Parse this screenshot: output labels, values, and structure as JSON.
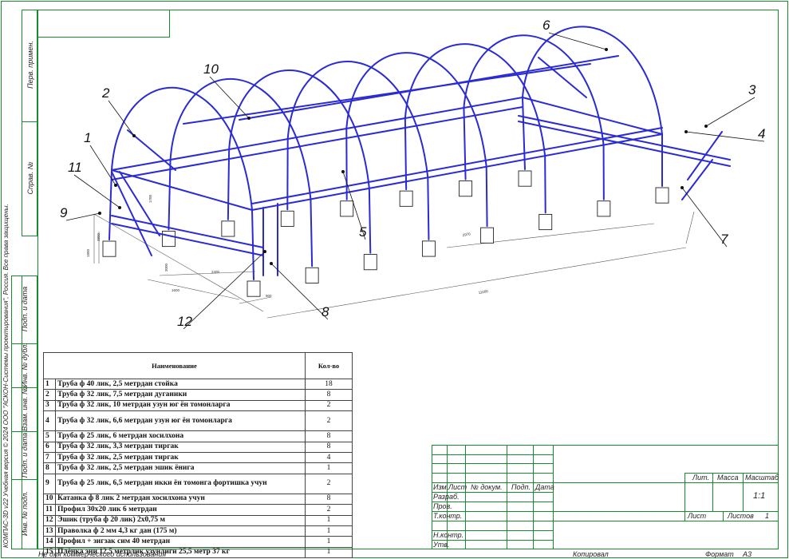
{
  "callouts": [
    "1",
    "2",
    "3",
    "4",
    "5",
    "6",
    "7",
    "8",
    "9",
    "10",
    "11",
    "12"
  ],
  "dimensions": [
    "3800",
    "3000",
    "1800",
    "2400",
    "11000",
    "1600",
    "1700",
    "2970",
    "900"
  ],
  "side_labels": {
    "perv_primen": "Перв. примен.",
    "sprav_no": "Справ. №",
    "podp_data_1": "Подп. и дата",
    "inv_dubl": "Инв. № дубл.",
    "vzam_inv": "Взам. инв. №",
    "podp_data_2": "Подп. и дата",
    "inv_podl": "Инв. № подл."
  },
  "copyright": "КОМПАС-3D v22 Учебная версия © 2024 ООО \"АСКОН-Системы проектирования\", Россия. Все права защищены.",
  "bom": {
    "header_name": "Наименование",
    "header_qty": "Кол-во",
    "rows": [
      {
        "n": "1",
        "name": "Труба ф 40 лик, 2,5 метрдан  стойка",
        "qty": "18"
      },
      {
        "n": "2",
        "name": "Труба ф 32 лик, 7,5 метрдан дуганики",
        "qty": "8"
      },
      {
        "n": "3",
        "name": "Труба ф 32 лик, 10 метрдан узун юг ён томонларга",
        "qty": "2"
      },
      {
        "n": "4",
        "name": "Труба ф 32 лик, 6,6 метрдан узун юг ён томонларга",
        "qty": "2"
      },
      {
        "n": "5",
        "name": "Труба ф 25 лик, 6 метрдан хосилхона",
        "qty": "8"
      },
      {
        "n": "6",
        "name": "Труба ф 32 лик, 3,3 метрдан тиргак",
        "qty": "8"
      },
      {
        "n": "7",
        "name": "Труба ф 32 лик, 2,5 метрдан тиргак",
        "qty": "4"
      },
      {
        "n": "8",
        "name": "Труба ф 32 лик, 2,5 метрдан эшик ёнига",
        "qty": "1"
      },
      {
        "n": "9",
        "name": "Труба ф 25 лик, 6,5 метрдан икки ён томонга фортишка учун",
        "qty": "2"
      },
      {
        "n": "10",
        "name": "Катанка ф 8 лик 2 метрдан хосилхона учун",
        "qty": "8"
      },
      {
        "n": "11",
        "name": "Профил 30х20 лик 6 метрдан",
        "qty": "2"
      },
      {
        "n": "12",
        "name": "Эшик (труба ф 20 лик) 2х0,75 м",
        "qty": "1"
      },
      {
        "n": "13",
        "name": "Праволка ф 2 мм 4,3 кг дан (175 м)",
        "qty": "1"
      },
      {
        "n": "14",
        "name": "Профил + зигзак сим 40 метрдан",
        "qty": "1"
      },
      {
        "n": "15",
        "name": "Плёнка эни 12,5 метрлик узунлиги 25,5 метр 37 кг",
        "qty": "1"
      }
    ]
  },
  "title_block": {
    "izm": "Изм.",
    "list": "Лист",
    "docnum": "№ докум.",
    "podp": "Подп.",
    "data": "Дата",
    "razrab": "Разраб.",
    "prov": "Пров.",
    "tkontr": "Т.контр.",
    "nkontr": "Н.контр.",
    "utv": "Утв.",
    "lit": "Лит.",
    "massa": "Масса",
    "masshtab": "Масштаб",
    "scale_value": "1:1",
    "sheet": "Лист",
    "sheets": "Листов",
    "sheets_value": "1"
  },
  "bottom": {
    "noncommercial": "Не для коммерческого использования",
    "copied": "Копировал",
    "format_label": "Формат",
    "format_value": "А3"
  },
  "colors": {
    "frame": "#1a8a2e",
    "structure": "#2b2bd6",
    "ink": "#222222"
  }
}
